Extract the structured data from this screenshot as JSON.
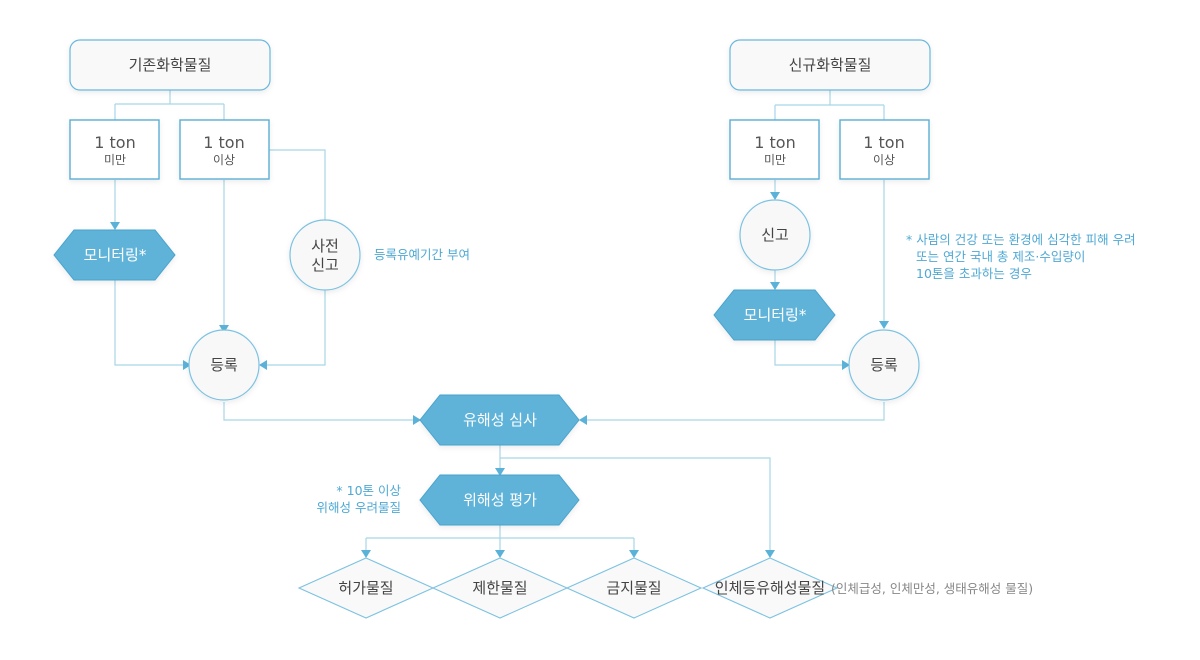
{
  "diagram": {
    "existing": {
      "title": "기존화학물질",
      "under": {
        "amount": "1 ton",
        "qual": "미만"
      },
      "over": {
        "amount": "1 ton",
        "qual": "이상"
      },
      "monitoring": "모니터링*",
      "prenotice": {
        "line1": "사전",
        "line2": "신고"
      },
      "prenotice_note": "등록유예기간 부여",
      "register": "등록"
    },
    "new": {
      "title": "신규화학물질",
      "under": {
        "amount": "1 ton",
        "qual": "미만"
      },
      "over": {
        "amount": "1 ton",
        "qual": "이상"
      },
      "notify": "신고",
      "monitoring": "모니터링*",
      "register": "등록",
      "footnote": [
        "* 사람의 건강 또는 환경에 심각한 피해 우려",
        "또는 연간 국내 총 제조·수입량이",
        "10톤을 초과하는 경우"
      ]
    },
    "review": "유해성 심사",
    "assessment": "위해성 평가",
    "assessment_note": [
      "* 10톤 이상",
      "위해성 우려물질"
    ],
    "outcomes": [
      {
        "label": "허가물질"
      },
      {
        "label": "제한물질"
      },
      {
        "label": "금지물질"
      },
      {
        "label": "인체등유해성물질",
        "note": "(인체급성, 인체만성, 생태유해성 물질)"
      }
    ],
    "colors": {
      "accent": "#5eb3d9",
      "line": "#a8d6e6",
      "note": "#4fa9d4"
    }
  }
}
